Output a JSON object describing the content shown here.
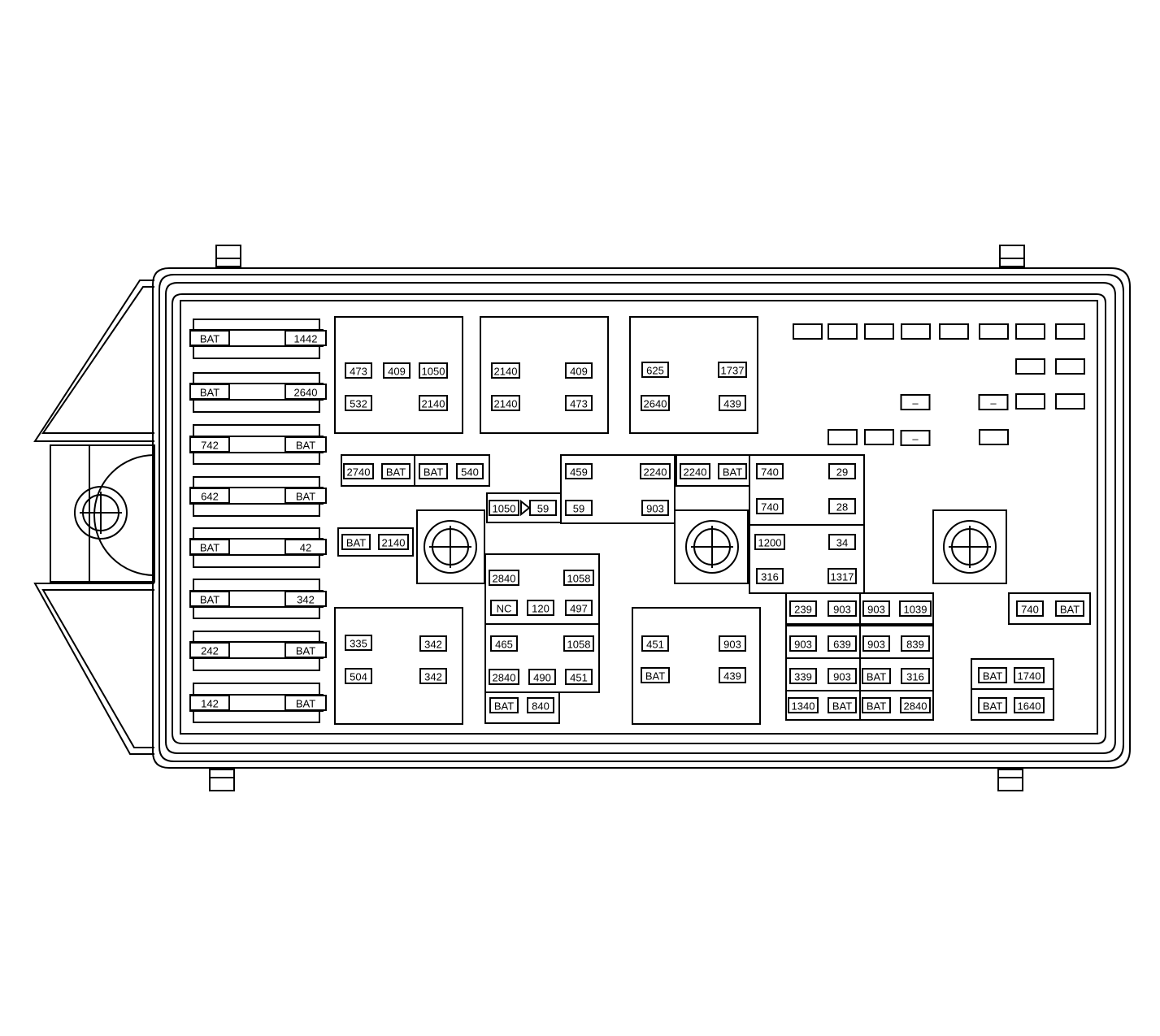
{
  "fuse_row": [
    {
      "left": "BAT",
      "right": "1442"
    },
    {
      "left": "BAT",
      "right": "2640"
    },
    {
      "left": "742",
      "right": "BAT"
    },
    {
      "left": "642",
      "right": "BAT"
    },
    {
      "left": "BAT",
      "right": "42"
    },
    {
      "left": "BAT",
      "right": "342"
    },
    {
      "left": "242",
      "right": "BAT"
    },
    {
      "left": "142",
      "right": "BAT"
    }
  ],
  "relay_top_1": {
    "a": "473",
    "b": "409",
    "c": "1050",
    "d": "532",
    "e": "2140"
  },
  "relay_top_2": {
    "a": "2140",
    "b": "409",
    "c": "2140",
    "d": "473"
  },
  "relay_top_3": {
    "a": "625",
    "b": "1737",
    "c": "2640",
    "d": "439"
  },
  "relay_bottom_1": {
    "a": "335",
    "b": "342",
    "c": "504",
    "d": "342"
  },
  "relay_bottom_3": {
    "a": "451",
    "b": "903",
    "c": "BAT",
    "d": "439"
  },
  "fuse_2740_bat": {
    "a": "2740",
    "b": "BAT"
  },
  "fuse_bat_540": {
    "a": "BAT",
    "b": "540"
  },
  "fuse_bat_2140": {
    "a": "BAT",
    "b": "2140"
  },
  "diode": {
    "a": "1050",
    "b": "59"
  },
  "relay_mid_top": {
    "a": "459",
    "b": "2240",
    "c": "59",
    "d": "903"
  },
  "fuse_2240_bat": {
    "a": "2240",
    "b": "BAT"
  },
  "relay_r1": {
    "a": "740",
    "b": "29",
    "c": "740",
    "d": "28"
  },
  "relay_r2": {
    "a": "1200",
    "b": "34",
    "c": "316",
    "d": "1317"
  },
  "relay_m1": {
    "a": "2840",
    "b": "1058",
    "c": "NC",
    "d": "120",
    "e": "497"
  },
  "relay_m2": {
    "a": "465",
    "b": "1058",
    "c": "2840",
    "d": "490",
    "e": "451"
  },
  "fuse_bat_840": {
    "a": "BAT",
    "b": "840"
  },
  "minifuse_grid": [
    [
      "239",
      "903",
      "903",
      "1039"
    ],
    [
      "903",
      "639",
      "903",
      "839"
    ],
    [
      "339",
      "903",
      "BAT",
      "316"
    ],
    [
      "1340",
      "BAT",
      "BAT",
      "2840"
    ]
  ],
  "fuse_740_bat": {
    "a": "740",
    "b": "BAT"
  },
  "fuse_bat_1740": {
    "a": "BAT",
    "b": "1740"
  },
  "fuse_bat_1640": {
    "a": "BAT",
    "b": "1640"
  },
  "dash_label": "–"
}
